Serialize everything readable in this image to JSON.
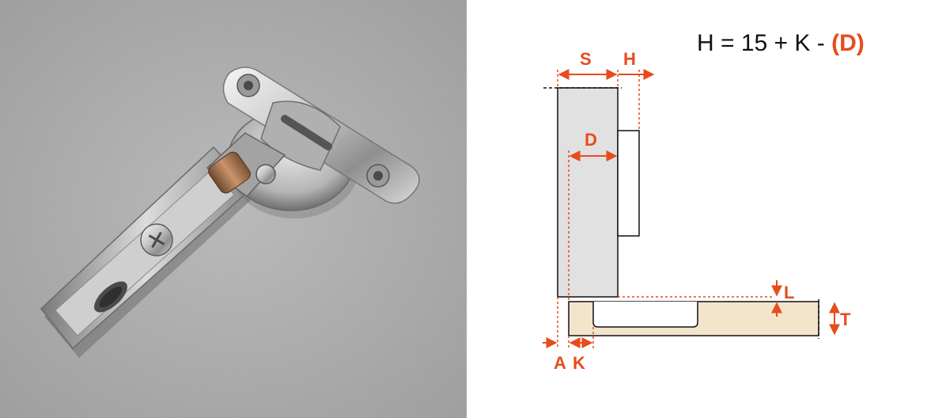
{
  "formula": {
    "main": "H = 15 + K - ",
    "red": "(D)"
  },
  "labels": {
    "S": "S",
    "H": "H",
    "D": "D",
    "L": "L",
    "T": "T",
    "A": "A",
    "K": "K"
  },
  "colors": {
    "accent": "#e84b1c",
    "door_gray": "#e1e1e1",
    "cabinet_wood": "#f3e5cc",
    "photo_bg": "#a7a7a7"
  }
}
